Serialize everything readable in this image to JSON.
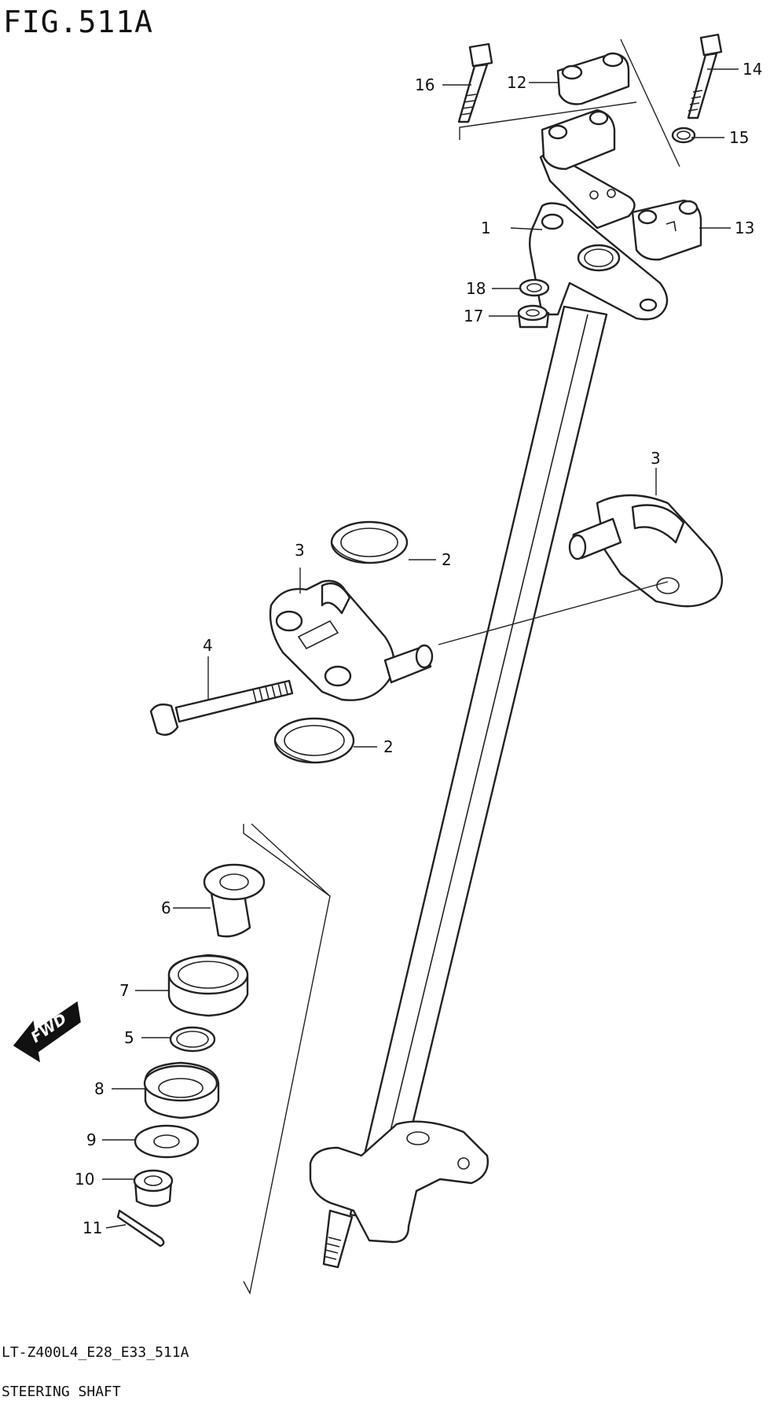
{
  "figure": {
    "title": "FIG.511A",
    "code": "LT-Z400L4_E28_E33_511A",
    "name": "STEERING SHAFT",
    "fwd_label": "FWD"
  },
  "callouts": [
    "1",
    "2",
    "2",
    "3",
    "3",
    "4",
    "5",
    "6",
    "7",
    "8",
    "9",
    "10",
    "11",
    "12",
    "13",
    "14",
    "15",
    "16",
    "17",
    "18"
  ]
}
